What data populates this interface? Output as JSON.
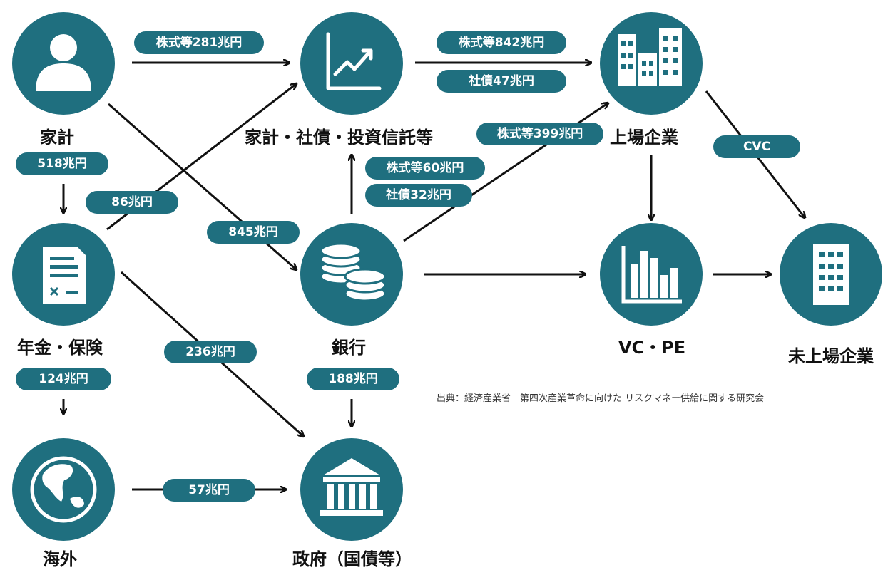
{
  "colors": {
    "node": "#1f6f7f",
    "pill": "#1f6f7f",
    "arrow": "#111111",
    "icon": "#ffffff"
  },
  "nodes": {
    "household": {
      "label": "家計",
      "icon": "person-icon"
    },
    "securities": {
      "label": "家計・社債・投資信託等",
      "icon": "chart-icon"
    },
    "listed": {
      "label": "上場企業",
      "icon": "buildings-icon"
    },
    "pension": {
      "label": "年金・保険",
      "icon": "document-icon"
    },
    "bank": {
      "label": "銀行",
      "icon": "coins-icon"
    },
    "vcpe": {
      "label": "VC・PE",
      "icon": "bar-chart-icon"
    },
    "unlisted": {
      "label": "未上場企業",
      "icon": "office-building-icon"
    },
    "overseas": {
      "label": "海外",
      "icon": "globe-icon"
    },
    "government": {
      "label": "政府（国債等）",
      "icon": "government-building-icon"
    }
  },
  "flows": {
    "household_securities": "株式等281兆円",
    "securities_listed_stock": "株式等842兆円",
    "securities_listed_bond": "社債47兆円",
    "household_pension": "518兆円",
    "pension_securities": "86兆円",
    "household_bank": "845兆円",
    "bank_securities_stock": "株式等60兆円",
    "bank_securities_bond": "社債32兆円",
    "bank_listed": "株式等399兆円",
    "listed_unlisted": "CVC",
    "pension_government": "236兆円",
    "bank_government": "188兆円",
    "pension_overseas": "124兆円",
    "overseas_government": "57兆円"
  },
  "source": "出典：経済産業省　第四次産業革命に向けた リスクマネー供給に関する研究会"
}
